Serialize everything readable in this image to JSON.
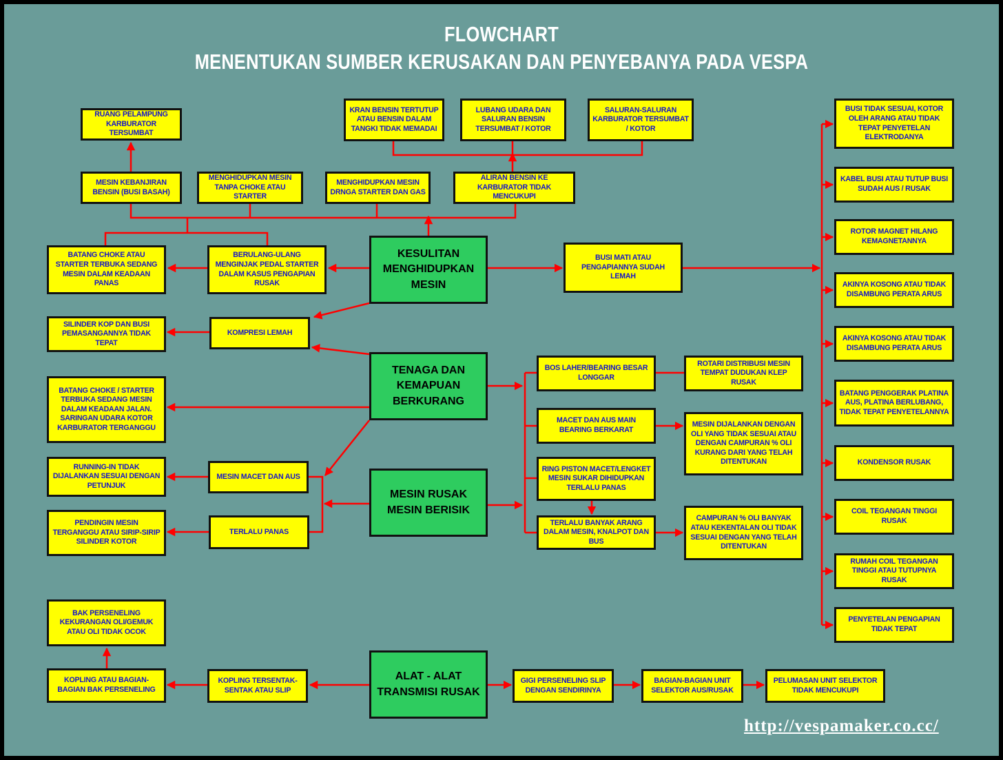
{
  "title": {
    "line1": "FLOWCHART",
    "line2": "MENENTUKAN SUMBER KERUSAKAN DAN PENYEBANYA PADA VESPA"
  },
  "main": {
    "kesulitan": "KESULITAN MENGHIDUPKAN MESIN",
    "tenaga": "TENAGA DAN KEMAPUAN BERKURANG",
    "rusak": "MESIN RUSAK MESIN BERISIK",
    "transmisi": "ALAT - ALAT TRANSMISI RUSAK"
  },
  "top": {
    "ruang": "RUANG PELAMPUNG KARBURATOR TERSUMBAT",
    "kebanjiran": "MESIN KEBANJIRAN BENSIN (BUSI BASAH)",
    "tanpa_choke": "MENGHIDUPKAN MESIN TANPA CHOKE ATAU STARTER",
    "drnga": "MENGHIDUPKAN MESIN DRNGA  STARTER DAN GAS",
    "aliran": "ALIRAN BENSIN KE KARBURATOR TIDAK MENCUKUPI",
    "kran": "KRAN BENSIN TERTUTUP ATAU BENSIN DALAM TANGKI TIDAK MEMADAI",
    "lubang": "LUBANG UDARA DAN SALURAN BENSIN TERSUMBAT / KOTOR",
    "saluran": "SALURAN-SALURAN KARBURATOR TERSUMBAT / KOTOR"
  },
  "left": {
    "batang_choke_panas": "BATANG CHOKE ATAU STARTER TERBUKA SEDANG MESIN DALAM KEADAAN PANAS",
    "berulang": "BERULANG-ULANG MENGINJAK PEDAL STARTER DALAM KASUS PENGAPIAN RUSAK",
    "silinder": "SILINDER KOP DAN BUSI PEMASANGANNYA TIDAK TEPAT",
    "kompresi": "KOMPRESI LEMAH",
    "batang_choke_jalan": "BATANG CHOKE / STARTER TERBUKA SEDANG MESIN DALAM KEADAAN JALAN. SARINGAN UDARA KOTOR KARBURATOR TERGANGGU",
    "running": "RUNNING-IN TIDAK DIJALANKAN SESUAI DENGAN PETUNJUK",
    "macet_aus": "MESIN MACET DAN AUS",
    "pendingin": "PENDINGIN MESIN TERGANGGU ATAU SIRIP-SIRIP SILINDER KOTOR",
    "terlalu_panas": "TERLALU PANAS",
    "bak": "BAK PERSENELING KEKURANGAN OLI/GEMUK ATAU OLI TIDAK OCOK",
    "kopling_bagian": "KOPLING ATAU BAGIAN-BAGIAN BAK PERSENELING",
    "kopling_sentak": "KOPLING TERSENTAK-SENTAK ATAU SLIP"
  },
  "middle": {
    "busi_mati": "BUSI MATI ATAU PENGAPIANNYA SUDAH LEMAH",
    "bos_laher": "BOS LAHER/BEARING BESAR LONGGAR",
    "rotari": "ROTARI DISTRIBUSI MESIN TEMPAT DUDUKAN KLEP RUSAK",
    "macet_bearing": "MACET DAN AUS MAIN BEARING BERKARAT",
    "mesin_oli": "MESIN DIJALANKAN DENGAN OLI YANG TIDAK SESUAI ATAU DENGAN CAMPURAN % OLI KURANG DARI YANG TELAH DITENTUKAN",
    "ring_piston": "RING PISTON MACET/LENGKET MESIN SUKAR DIHIDUPKAN TERLALU PANAS",
    "arang": "TERLALU BANYAK ARANG DALAM MESIN, KNALPOT DAN BUS",
    "campuran": "CAMPURAN % OLI BANYAK ATAU KEKENTALAN OLI  TIDAK SESUAI DENGAN YANG TELAH DITENTUKAN",
    "gigi": "GIGI PERSENELING SLIP DENGAN SENDIRINYA",
    "selektor": "BAGIAN-BAGIAN UNIT SELEKTOR AUS/RUSAK",
    "pelumasan": "PELUMASAN UNIT SELEKTOR TIDAK MENCUKUPI"
  },
  "right": [
    "BUSI TIDAK SESUAI, KOTOR OLEH ARANG ATAU TIDAK TEPAT PENYETELAN ELEKTRODANYA",
    "KABEL BUSI ATAU TUTUP BUSI SUDAH AUS / RUSAK",
    "ROTOR MAGNET HILANG KEMAGNETANNYA",
    "AKINYA KOSONG ATAU TIDAK DISAMBUNG PERATA ARUS",
    "AKINYA KOSONG ATAU TIDAK DISAMBUNG PERATA ARUS",
    "BATANG PENGGERAK PLATINA AUS, PLATINA BERLUBANG, TIDAK TEPAT PENYETELANNYA",
    "KONDENSOR RUSAK",
    "COIL TEGANGAN TINGGI  RUSAK",
    "RUMAH COIL TEGANGAN TINGGI ATAU TUTUPNYA  RUSAK",
    "PENYETELAN PENGAPIAN TIDAK TEPAT"
  ],
  "footer": {
    "url": "http://vespamaker.co.cc/"
  },
  "colors": {
    "background": "#6a9c99",
    "box": "#ffff00",
    "box_text": "#1515c8",
    "main_box": "#2ecc5f",
    "arrow": "#ff0000"
  }
}
